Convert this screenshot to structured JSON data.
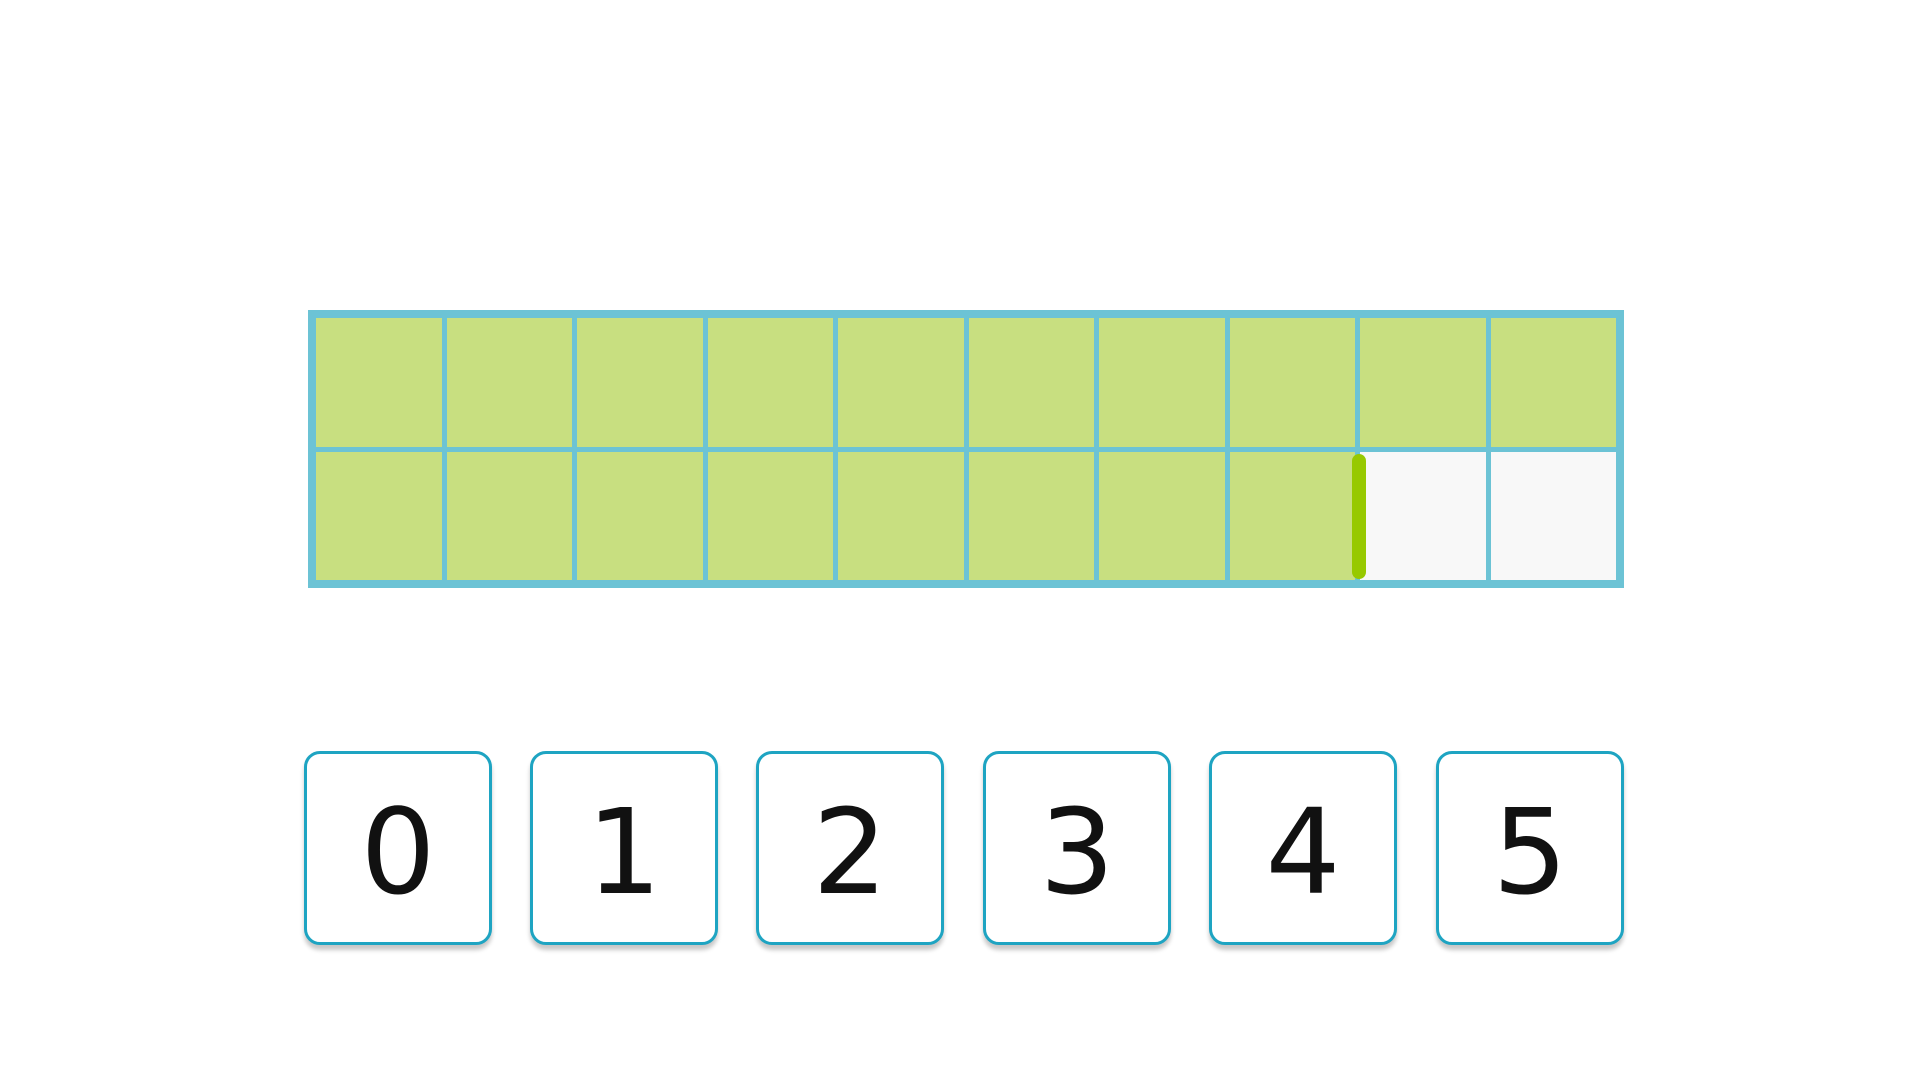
{
  "ten_frame": {
    "rows": 2,
    "columns": 10,
    "filled_count": 18,
    "total_cells": 20,
    "fill_color": "#c8df80",
    "empty_color": "#f8f8f8",
    "border_color": "#6cc3d5",
    "marker_color": "#97c900"
  },
  "answer_tiles": [
    {
      "label": "0"
    },
    {
      "label": "1"
    },
    {
      "label": "2"
    },
    {
      "label": "3"
    },
    {
      "label": "4"
    },
    {
      "label": "5"
    }
  ],
  "tile_border_color": "#1ea4c2"
}
